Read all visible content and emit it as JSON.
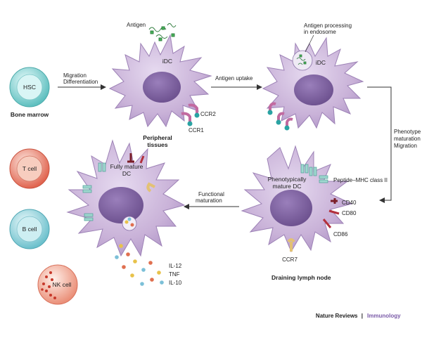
{
  "cells": {
    "hsc": "HSC",
    "idc_top": "iDC",
    "idc_right": "iDC",
    "pheno_dc_line1": "Phenotypically",
    "pheno_dc_line2": "mature DC",
    "full_dc_line1": "Fully mature",
    "full_dc_line2": "DC",
    "t_cell": "T cell",
    "b_cell": "B cell",
    "nk_cell": "NK cell"
  },
  "locations": {
    "bone_marrow": "Bone marrow",
    "peripheral_line1": "Peripheral",
    "peripheral_line2": "tissues",
    "lymph_node": "Draining lymph node"
  },
  "steps": {
    "migration": "Migration",
    "differentiation": "Differentiation",
    "antigen_uptake": "Antigen uptake",
    "phenotype": "Phenotype",
    "maturation": "maturation",
    "migration2": "Migration",
    "functional": "Functional",
    "maturation2": "maturation"
  },
  "labels": {
    "antigen": "Antigen",
    "processing_line1": "Antigen processing",
    "processing_line2": "in endosome",
    "ccr2": "CCR2",
    "ccr1": "CCR1",
    "peptide_mhc": "Peptide–MHC class II",
    "cd40": "CD40",
    "cd80": "CD80",
    "cd86": "CD86",
    "ccr7": "CCR7",
    "il12": "IL-12",
    "tnf": "TNF",
    "il10": "IL-10"
  },
  "footer": {
    "journal": "Nature Reviews",
    "separator": "|",
    "section": "Immunology"
  },
  "colors": {
    "dc_body": "#c9b2d8",
    "dc_edge": "#9d82b6",
    "nucleus": "#7a5e9c",
    "hsc_fill": "#7fcfcf",
    "t_cell_fill": "#e9836f",
    "b_cell_fill": "#86cfd8",
    "nk_cell_fill": "#f0a690",
    "journal_accent": "#7a5aa8"
  }
}
